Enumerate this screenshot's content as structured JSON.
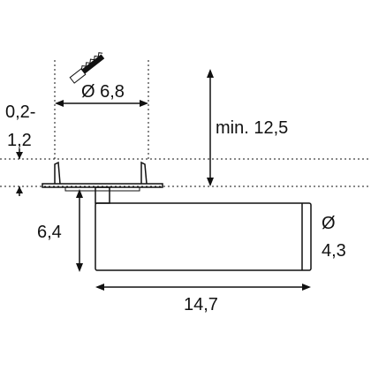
{
  "dimensions": {
    "cutout_diameter": "Ø 6,8",
    "ceiling_thickness_line1": "0,2-",
    "ceiling_thickness_line2": "1,2",
    "min_depth": "min. 12,5",
    "body_height": "6,4",
    "diameter_symbol": "Ø",
    "body_diameter": "4,3",
    "body_length": "14,7"
  },
  "icons": {
    "saw": "hole-saw-icon"
  },
  "colors": {
    "line": "#111111",
    "background": "#ffffff"
  }
}
